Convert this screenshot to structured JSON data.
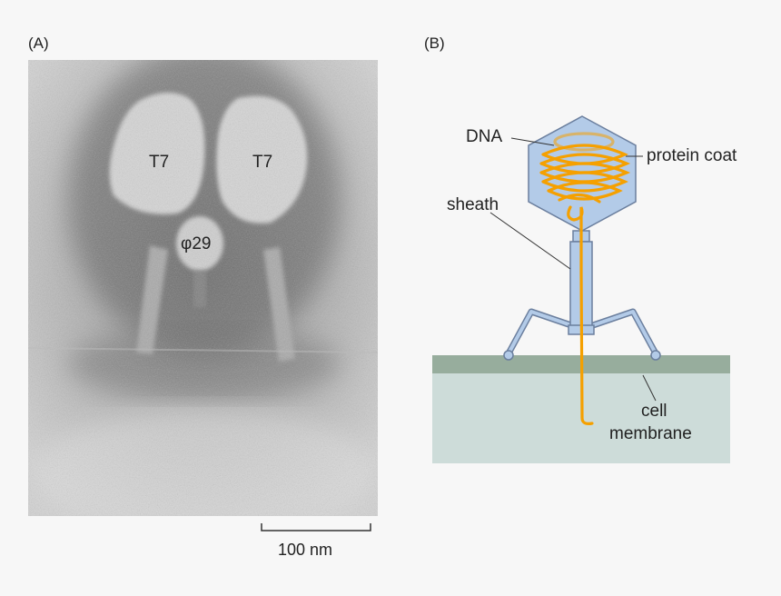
{
  "panels": {
    "a": {
      "label": "(A)",
      "particles": [
        "T7",
        "T7",
        "φ29"
      ],
      "scale_bar": "100 nm"
    },
    "b": {
      "label": "(B)",
      "labels": {
        "dna": "DNA",
        "protein_coat": "protein coat",
        "sheath": "sheath",
        "cell": "cell",
        "membrane": "membrane"
      },
      "colors": {
        "dna": "#f5a000",
        "coat_fill": "#b3cbe8",
        "phage_outline": "#6b7f9e",
        "membrane_top": "#97ad9d",
        "cell": "#cddcd9"
      }
    }
  }
}
